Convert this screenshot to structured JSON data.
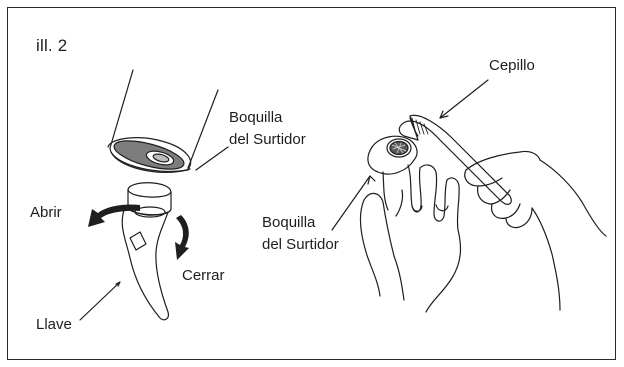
{
  "figure": {
    "label": "ill. 2"
  },
  "labels": {
    "boquilla_left_line1": "Boquilla",
    "boquilla_left_line2": "del Surtidor",
    "abrir": "Abrir",
    "cerrar": "Cerrar",
    "llave": "Llave",
    "cepillo": "Cepillo",
    "boquilla_right_line1": "Boquilla",
    "boquilla_right_line2": "del Surtidor"
  }
}
